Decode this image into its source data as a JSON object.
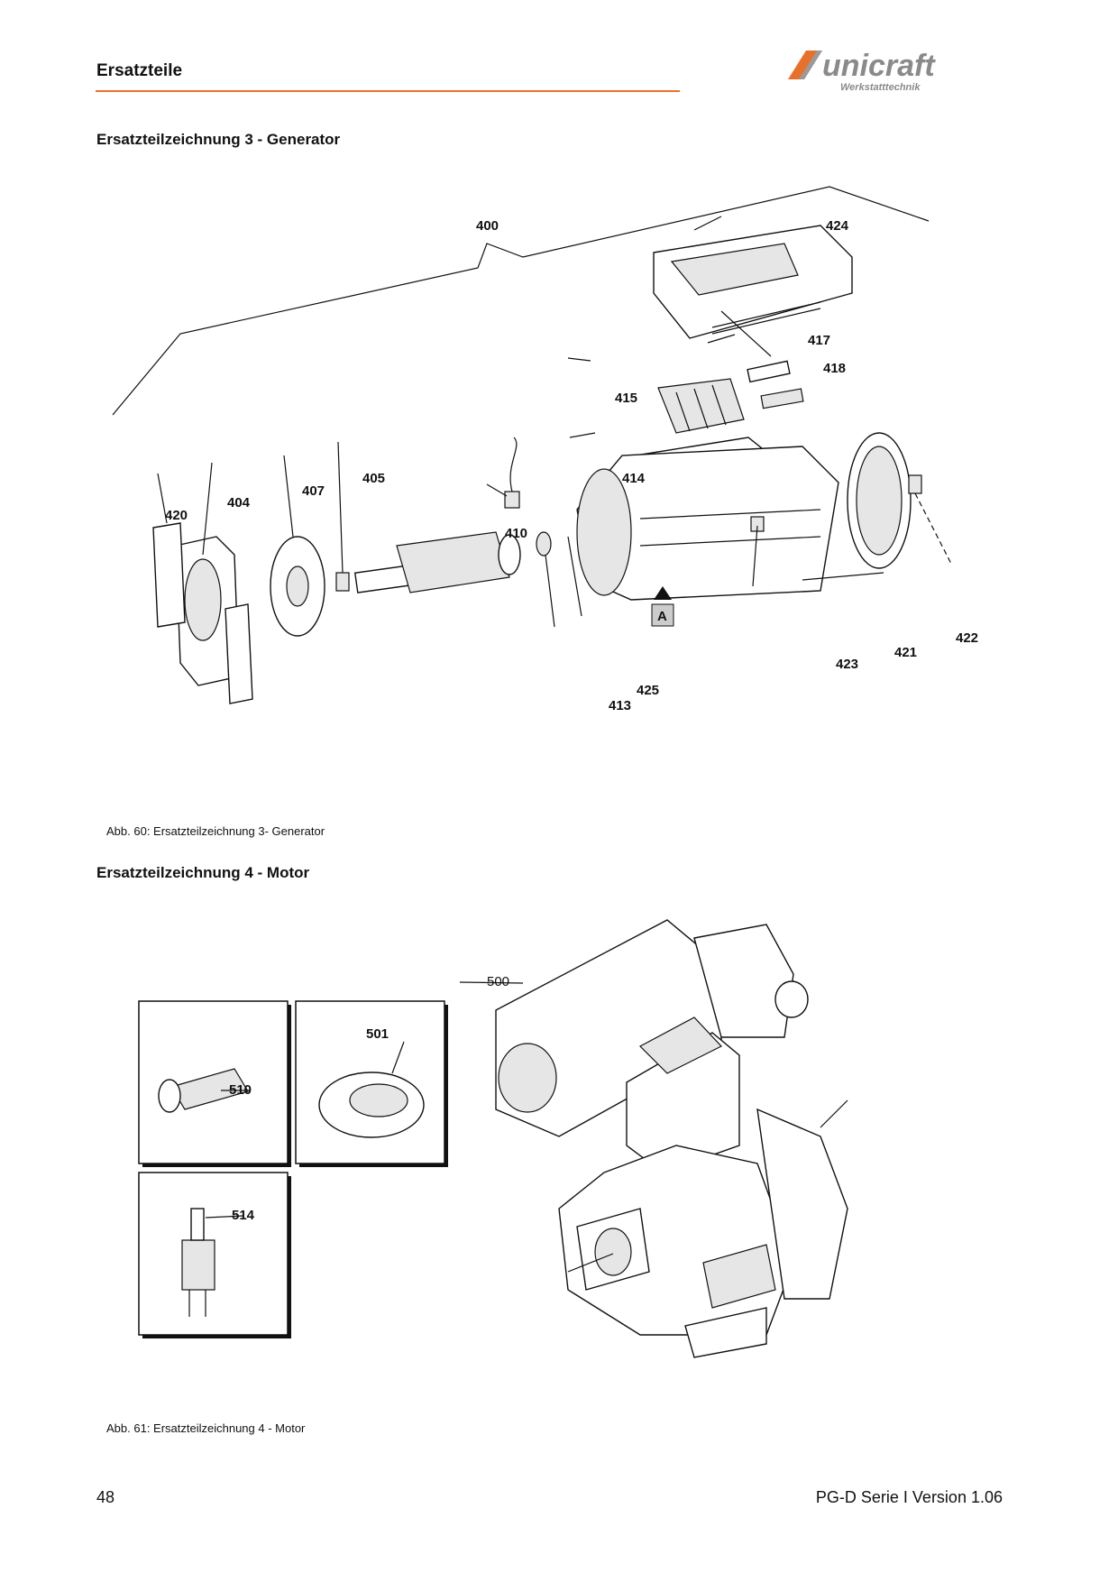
{
  "header": {
    "title": "Ersatzteile",
    "accent_color": "#e8702a",
    "logo": {
      "brand": "unicraft",
      "subtitle": "Werkstatttechnik"
    }
  },
  "sections": [
    {
      "heading": "Ersatzteilzeichnung 3 - Generator",
      "caption": "Abb. 60: Ersatzteilzeichnung 3- Generator",
      "labels": [
        "400",
        "424",
        "417",
        "418",
        "415",
        "414",
        "405",
        "407",
        "404",
        "420",
        "410",
        "413",
        "425",
        "423",
        "421",
        "422"
      ],
      "marker": "A"
    },
    {
      "heading": "Ersatzteilzeichnung 4 - Motor",
      "caption": "Abb. 61: Ersatzteilzeichnung 4 - Motor",
      "labels": [
        "510",
        "501",
        "514",
        "500"
      ]
    }
  ],
  "footer": {
    "page_number": "48",
    "version": "PG-D Serie I Version 1.06"
  }
}
